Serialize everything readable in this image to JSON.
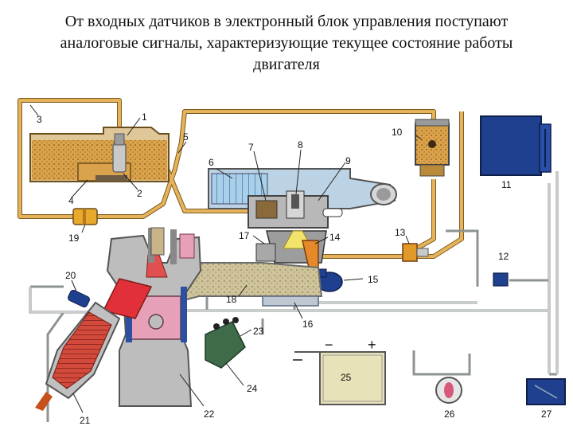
{
  "heading": {
    "line1": "От входных датчиков в электронный блок управления поступают",
    "line2": "аналоговые сигналы, характеризующие текущее состояние работы",
    "line3": "двигателя"
  },
  "colors": {
    "fuel_pipe": "#e0a84a",
    "fuel": "#c98a2c",
    "wire": "#9fa5a3",
    "ecu": "#1f3f8f",
    "manifold": "#c7b98c",
    "air_filter": "#9cc3e3",
    "converter": "#c7453a",
    "piston": "#e6a0b8",
    "engine": "#bdbdbd"
  },
  "markers": {
    "n1": "1",
    "n2": "2",
    "n3": "3",
    "n4": "4",
    "n5": "5",
    "n6": "6",
    "n7": "7",
    "n8": "8",
    "n9": "9",
    "n10": "10",
    "n11": "11",
    "n12": "12",
    "n13": "13",
    "n14": "14",
    "n15": "15",
    "n16": "16",
    "n17": "17",
    "n18": "18",
    "n19": "19",
    "n20": "20",
    "n21": "21",
    "n22": "22",
    "n23": "23",
    "n24": "24",
    "n25": "25",
    "n26": "26",
    "n27": "27"
  },
  "battery": {
    "minus": "−",
    "plus": "+"
  }
}
